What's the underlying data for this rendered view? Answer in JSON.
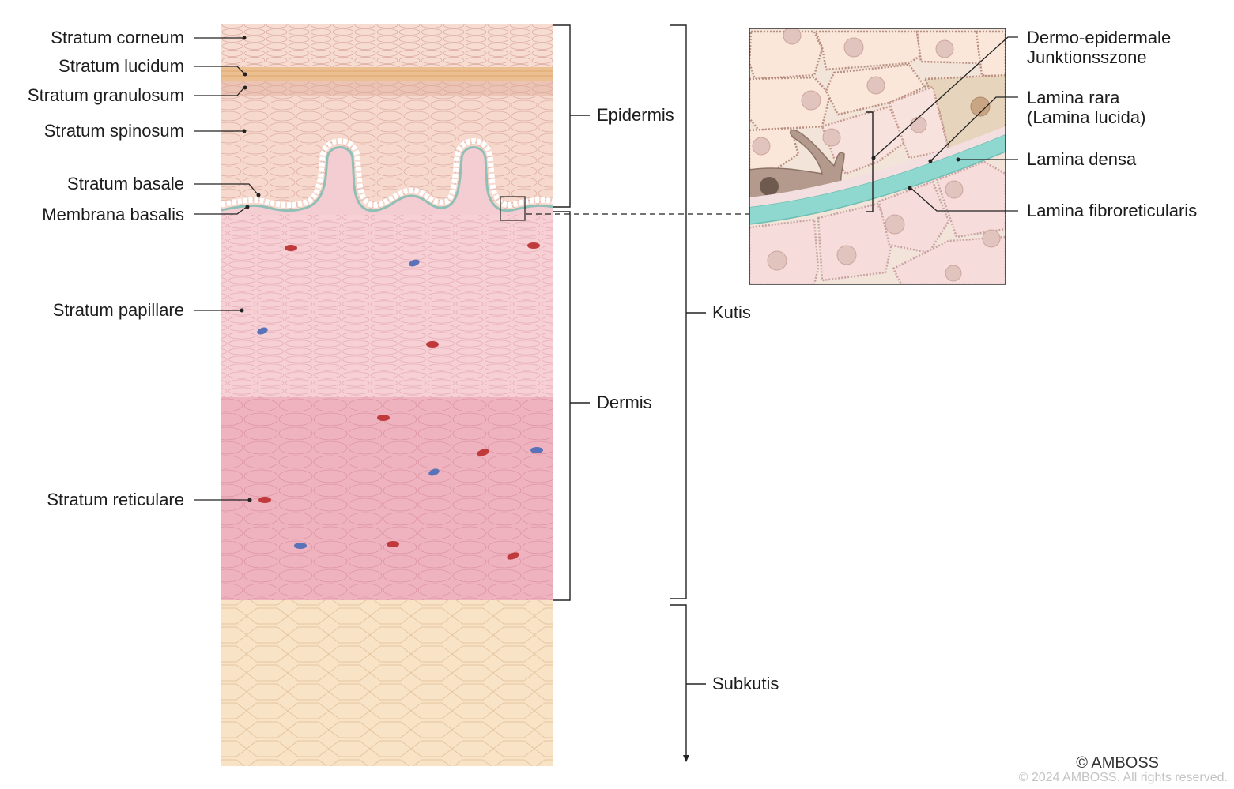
{
  "left_labels": {
    "corneum": "Stratum corneum",
    "lucidum": "Stratum lucidum",
    "granulosum": "Stratum granulosum",
    "spinosum": "Stratum spinosum",
    "basale": "Stratum basale",
    "membrana": "Membrana basalis",
    "papillare": "Stratum papillare",
    "reticulare": "Stratum reticulare"
  },
  "right_labels": {
    "epidermis": "Epidermis",
    "dermis": "Dermis",
    "kutis": "Kutis",
    "subkutis": "Subkutis"
  },
  "inset_labels": {
    "junction_line1": "Dermo-epidermale",
    "junction_line2": "Junktionsszone",
    "rara_line1": "Lamina rara",
    "rara_line2": "(Lamina lucida)",
    "densa": "Lamina densa",
    "fibro": "Lamina fibroreticularis"
  },
  "footer": {
    "brand": "© AMBOSS",
    "copyright": "© 2024 AMBOSS. All rights reserved."
  },
  "colors": {
    "epidermis": "#f6d9cf",
    "lucidum": "#e8b98a",
    "granulosum": "#e9bdb0",
    "papillary_dermis": "#f6cfd3",
    "reticular_dermis": "#eeb0bc",
    "subcutis": "#f8e2c2",
    "lamina_densa": "#8fd8cf",
    "artery": "#c0393b",
    "vein": "#5a73b8"
  }
}
